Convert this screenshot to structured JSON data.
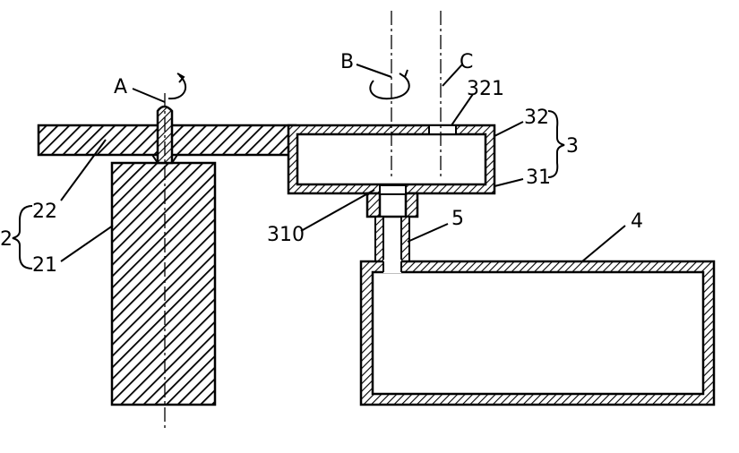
{
  "labels": {
    "A": "A",
    "B": "B",
    "C": "C",
    "n321": "321",
    "n32": "32",
    "n3": "3",
    "n31": "31",
    "n22": "22",
    "n2": "2",
    "n21": "21",
    "n310": "310",
    "n5": "5",
    "n4": "4"
  },
  "colors": {
    "stroke": "#000000",
    "background": "#ffffff"
  }
}
